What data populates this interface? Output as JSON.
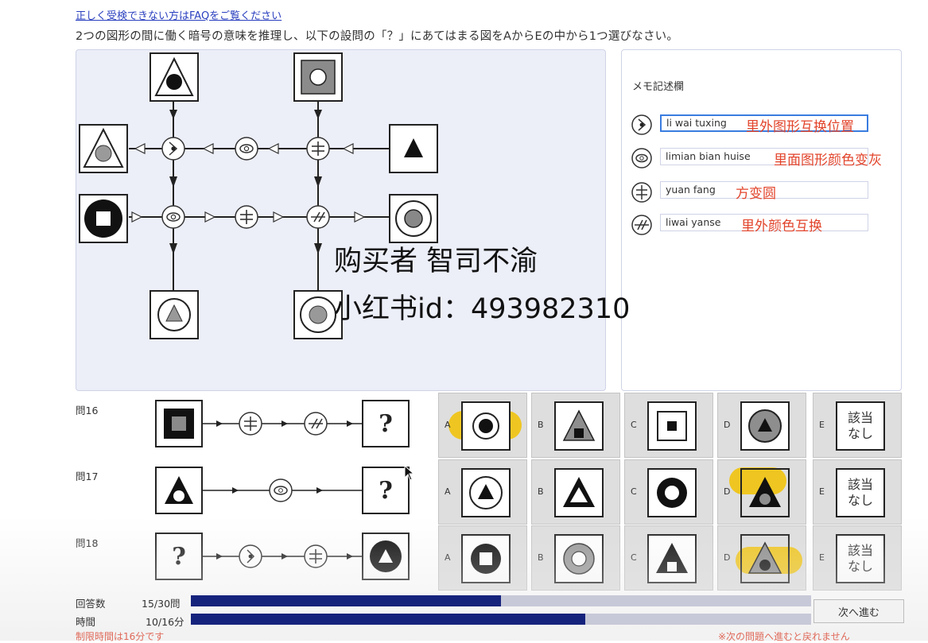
{
  "header": {
    "faq_link": "正しく受検できない方はFAQをご覧ください",
    "instruction": "2つの図形の間に働く暗号の意味を推理し、以下の設問の「？」にあてはまる図をAからEの中から1つ選びなさい。"
  },
  "memo": {
    "title": "メモ記述欄",
    "entries": [
      {
        "icon": "dot-diamond-code-icon",
        "value": "li wai tuxing",
        "note": "里外图形互换位置"
      },
      {
        "icon": "lens-code-icon",
        "value": "limian bian huise",
        "note": "里面图形颜色变灰"
      },
      {
        "icon": "equal-bar-code-icon",
        "value": "yuan fang",
        "note": "方变圆"
      },
      {
        "icon": "double-slash-code-icon",
        "value": "liwai yanse",
        "note": "里外颜色互换"
      }
    ]
  },
  "watermark": {
    "line1": "购买者 智司不渝",
    "line2": "小红书id：493982310"
  },
  "questions": [
    {
      "label": "問16",
      "question_mark": "?"
    },
    {
      "label": "問17",
      "question_mark": "?"
    },
    {
      "label": "問18",
      "question_mark": "?"
    }
  ],
  "option_letters": [
    "A",
    "B",
    "C",
    "D",
    "E"
  ],
  "option_none_label": [
    "該当",
    "なし"
  ],
  "progress": {
    "answered_label": "回答数",
    "answered_value": "15/30問",
    "answered_fraction": 0.5,
    "time_label": "時間",
    "time_value": "10/16分",
    "time_fraction": 0.636
  },
  "next_button": "次へ進む",
  "footer": {
    "left": "制限時間は16分です",
    "right": "※次の問題へ進むと戻れません"
  },
  "colors": {
    "accent_blue": "#16237c",
    "highlight": "#f2c200",
    "note_red": "#e2442b"
  }
}
